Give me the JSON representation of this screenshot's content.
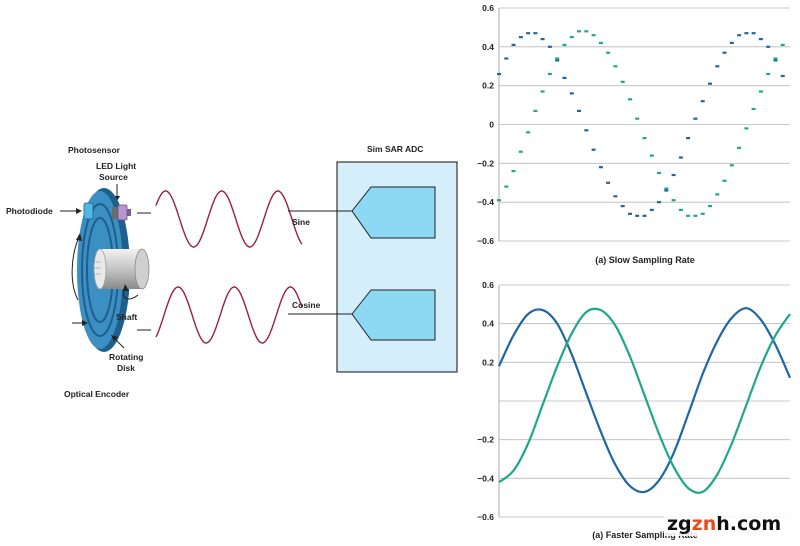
{
  "encoder": {
    "photosensor": "Photosensor",
    "led_line1": "LED Light",
    "led_line2": "Source",
    "photodiode": "Photodiode",
    "shaft": "Shaft",
    "disk_line1": "Rotating",
    "disk_line2": "Disk",
    "caption": "Optical Encoder"
  },
  "adc": {
    "title": "Sim SAR ADC",
    "sine": "Sine",
    "cosine": "Cosine"
  },
  "colors": {
    "wave": "#9c1d4a",
    "adc_fill": "#d4eefa",
    "adc_block": "#8dd8f3",
    "series_blue": "#1f66a4",
    "series_green": "#1ea889",
    "disk": "#3c8fc2"
  },
  "watermark": {
    "prefix": "zg",
    "zn": "zn",
    "suffix": "h.com"
  },
  "chart_data": [
    {
      "type": "scatter",
      "title": "(a) Slow Sampling Rate",
      "xlabel": "",
      "ylabel": "",
      "yticks": [
        "0.6",
        "0.4",
        "0.2",
        "0",
        "−0.2",
        "−0.4",
        "−0.6"
      ],
      "ylim": [
        -0.6,
        0.6
      ],
      "xlim": [
        0,
        40
      ],
      "grid": true,
      "series": [
        {
          "color": "#1f66a4",
          "x": [
            0,
            1,
            2,
            3,
            4,
            5,
            6,
            7,
            8,
            9,
            10,
            11,
            12,
            13,
            14,
            15,
            16,
            17,
            18,
            19,
            20,
            21,
            22,
            23,
            24,
            25,
            26,
            27,
            28,
            29,
            30,
            31,
            32,
            33,
            34,
            35,
            36,
            37,
            38,
            39
          ],
          "y": [
            0.26,
            0.34,
            0.41,
            0.45,
            0.47,
            0.47,
            0.44,
            0.4,
            0.33,
            0.24,
            0.16,
            0.07,
            -0.03,
            -0.13,
            -0.22,
            -0.3,
            -0.37,
            -0.42,
            -0.46,
            -0.47,
            -0.47,
            -0.44,
            -0.4,
            -0.34,
            -0.26,
            -0.17,
            -0.07,
            0.03,
            0.12,
            0.21,
            0.3,
            0.37,
            0.42,
            0.46,
            0.47,
            0.47,
            0.44,
            0.4,
            0.33,
            0.25
          ]
        },
        {
          "color": "#1ea889",
          "x": [
            0,
            1,
            2,
            3,
            4,
            5,
            6,
            7,
            8,
            9,
            10,
            11,
            12,
            13,
            14,
            15,
            16,
            17,
            18,
            19,
            20,
            21,
            22,
            23,
            24,
            25,
            26,
            27,
            28,
            29,
            30,
            31,
            32,
            33,
            34,
            35,
            36,
            37,
            38,
            39
          ],
          "y": [
            -0.39,
            -0.32,
            -0.24,
            -0.14,
            -0.04,
            0.07,
            0.17,
            0.26,
            0.34,
            0.41,
            0.45,
            0.48,
            0.48,
            0.46,
            0.42,
            0.37,
            0.3,
            0.22,
            0.13,
            0.03,
            -0.07,
            -0.16,
            -0.25,
            -0.33,
            -0.39,
            -0.44,
            -0.47,
            -0.47,
            -0.46,
            -0.42,
            -0.36,
            -0.29,
            -0.21,
            -0.12,
            -0.02,
            0.08,
            0.17,
            0.26,
            0.34,
            0.41
          ]
        }
      ]
    },
    {
      "type": "line",
      "title": "(a) Faster Sampling Rate",
      "xlabel": "",
      "ylabel": "",
      "yticks": [
        "0.6",
        "0.4",
        "0.2",
        "",
        "−0.2",
        "−0.4",
        "−0.6"
      ],
      "ylim": [
        -0.6,
        0.6
      ],
      "xlim": [
        0,
        100
      ],
      "grid": true,
      "series": [
        {
          "color": "#1f66a4",
          "x": [
            0,
            5,
            10,
            15,
            20,
            25,
            30,
            35,
            40,
            45,
            50,
            55,
            60,
            65,
            70,
            75,
            80,
            85,
            90,
            95,
            100
          ],
          "y": [
            0.18,
            0.34,
            0.45,
            0.47,
            0.4,
            0.24,
            0.04,
            -0.16,
            -0.33,
            -0.44,
            -0.47,
            -0.41,
            -0.27,
            -0.07,
            0.14,
            0.31,
            0.43,
            0.48,
            0.42,
            0.29,
            0.12
          ]
        },
        {
          "color": "#1ea889",
          "x": [
            0,
            5,
            10,
            15,
            20,
            25,
            30,
            35,
            40,
            45,
            50,
            55,
            60,
            65,
            70,
            75,
            80,
            85,
            90,
            95,
            100
          ],
          "y": [
            -0.42,
            -0.36,
            -0.22,
            -0.02,
            0.18,
            0.35,
            0.46,
            0.47,
            0.39,
            0.23,
            0.03,
            -0.17,
            -0.34,
            -0.45,
            -0.47,
            -0.38,
            -0.22,
            -0.02,
            0.18,
            0.34,
            0.45
          ]
        }
      ]
    }
  ]
}
